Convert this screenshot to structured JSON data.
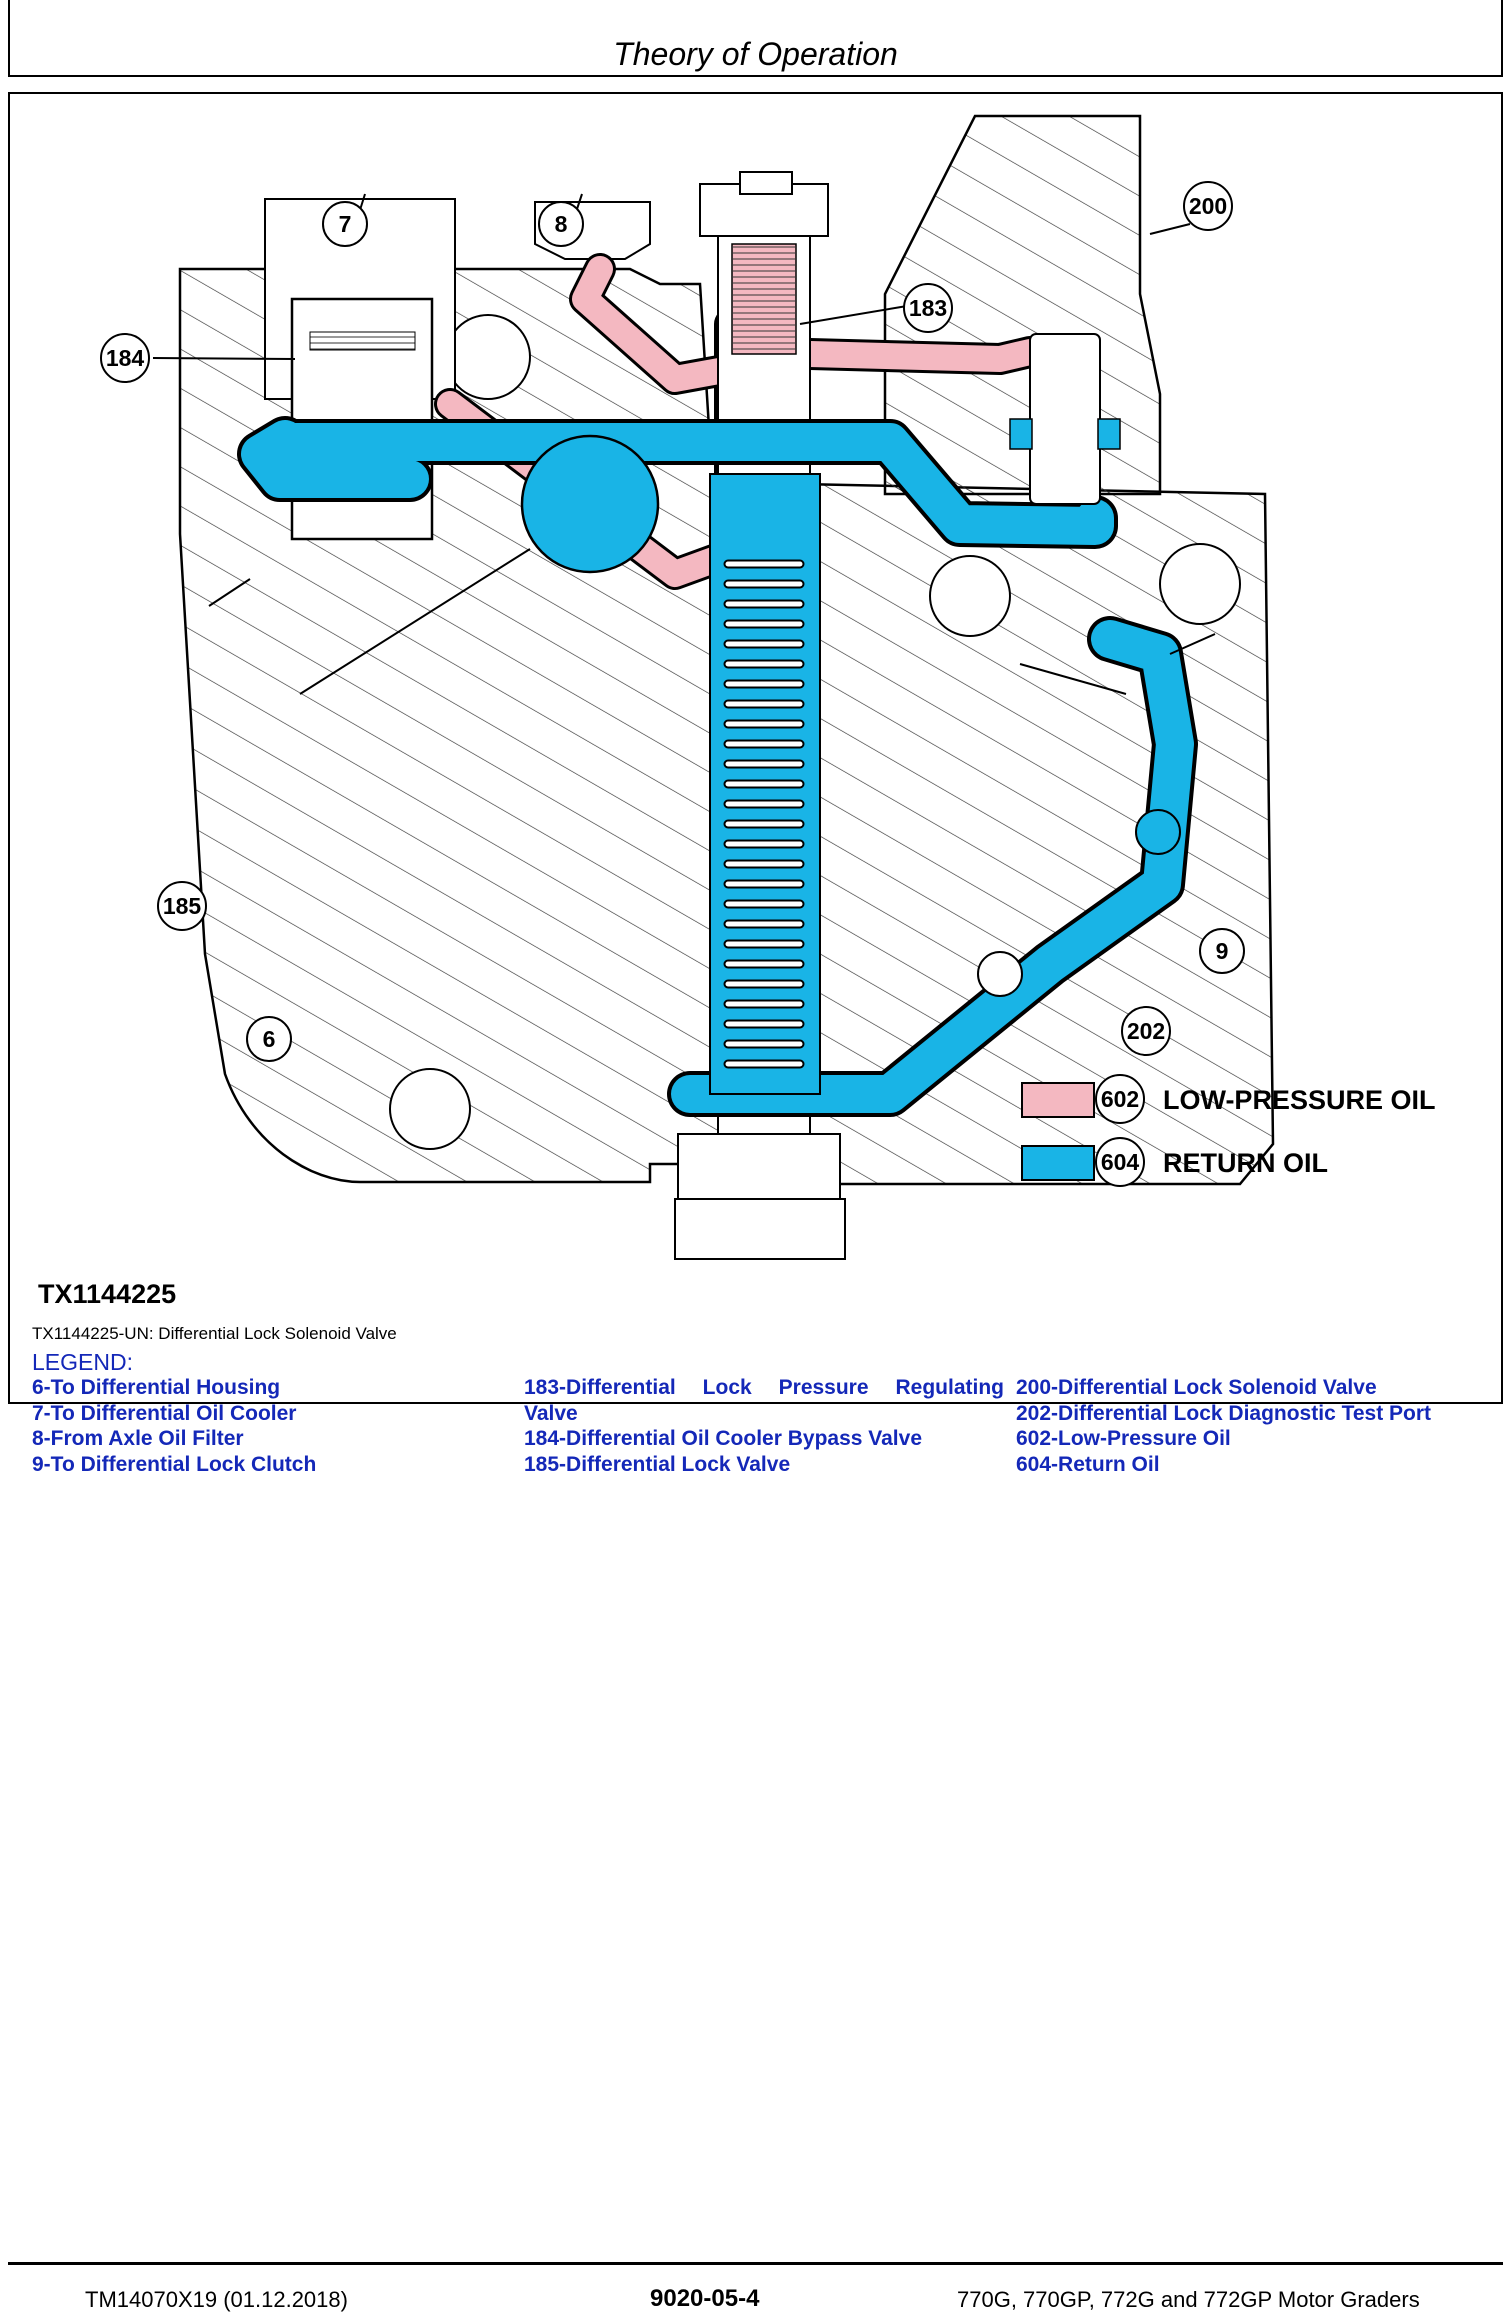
{
  "header": {
    "title": "Theory of Operation"
  },
  "figure": {
    "callouts": [
      "7",
      "8",
      "183",
      "200",
      "184",
      "185",
      "6",
      "9",
      "202"
    ],
    "key": [
      {
        "code": "602",
        "label": "LOW-PRESSURE OIL",
        "color": "#f4b8c1"
      },
      {
        "code": "604",
        "label": "RETURN OIL",
        "color": "#19b4e6"
      }
    ],
    "id": "TX1144225",
    "caption": "TX1144225-UN: Differential Lock Solenoid Valve"
  },
  "legend": {
    "heading": "LEGEND:",
    "col1": [
      "6-To Differential Housing",
      "7-To Differential Oil Cooler",
      "8-From Axle Oil Filter",
      "9-To Differential Lock Clutch"
    ],
    "col2": {
      "item183_words": [
        "183-Differential",
        "Lock",
        "Pressure",
        "Regulating"
      ],
      "item183_cont": "Valve",
      "item184": "184-Differential Oil Cooler Bypass Valve",
      "item185": "185-Differential Lock Valve"
    },
    "col3": [
      "200-Differential Lock Solenoid Valve",
      "202-Differential Lock Diagnostic Test Port",
      "602-Low-Pressure Oil",
      "604-Return Oil"
    ]
  },
  "footer": {
    "doc": "TM14070X19 (01.12.2018)",
    "page": "9020-05-4",
    "models": "770G, 770GP, 772G and 772GP Motor Graders"
  },
  "colors": {
    "low_pressure": "#f4b8c1",
    "return": "#19b4e6",
    "legend_text": "#1428b8"
  }
}
